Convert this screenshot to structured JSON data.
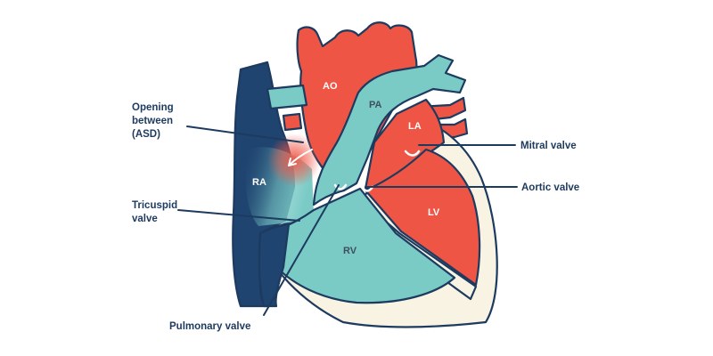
{
  "colors": {
    "outline": "#1d3a5f",
    "oxygenated": "#ef5545",
    "deoxygenated": "#7acac6",
    "vein_dark": "#1f4470",
    "wall_cream": "#f8f3e3",
    "chamber_label_light": "#ffffff",
    "chamber_label_dark": "#3f4f5f"
  },
  "chambers": {
    "ao": "AO",
    "pa": "PA",
    "la": "LA",
    "ra": "RA",
    "rv": "RV",
    "lv": "LV"
  },
  "callouts": {
    "opening_line1": "Opening",
    "opening_line2": "between",
    "opening_line3": "(ASD)",
    "tricuspid_line1": "Tricuspid",
    "tricuspid_line2": "valve",
    "mitral": "Mitral valve",
    "aortic": "Aortic valve",
    "pulmonary": "Pulmonary valve"
  }
}
